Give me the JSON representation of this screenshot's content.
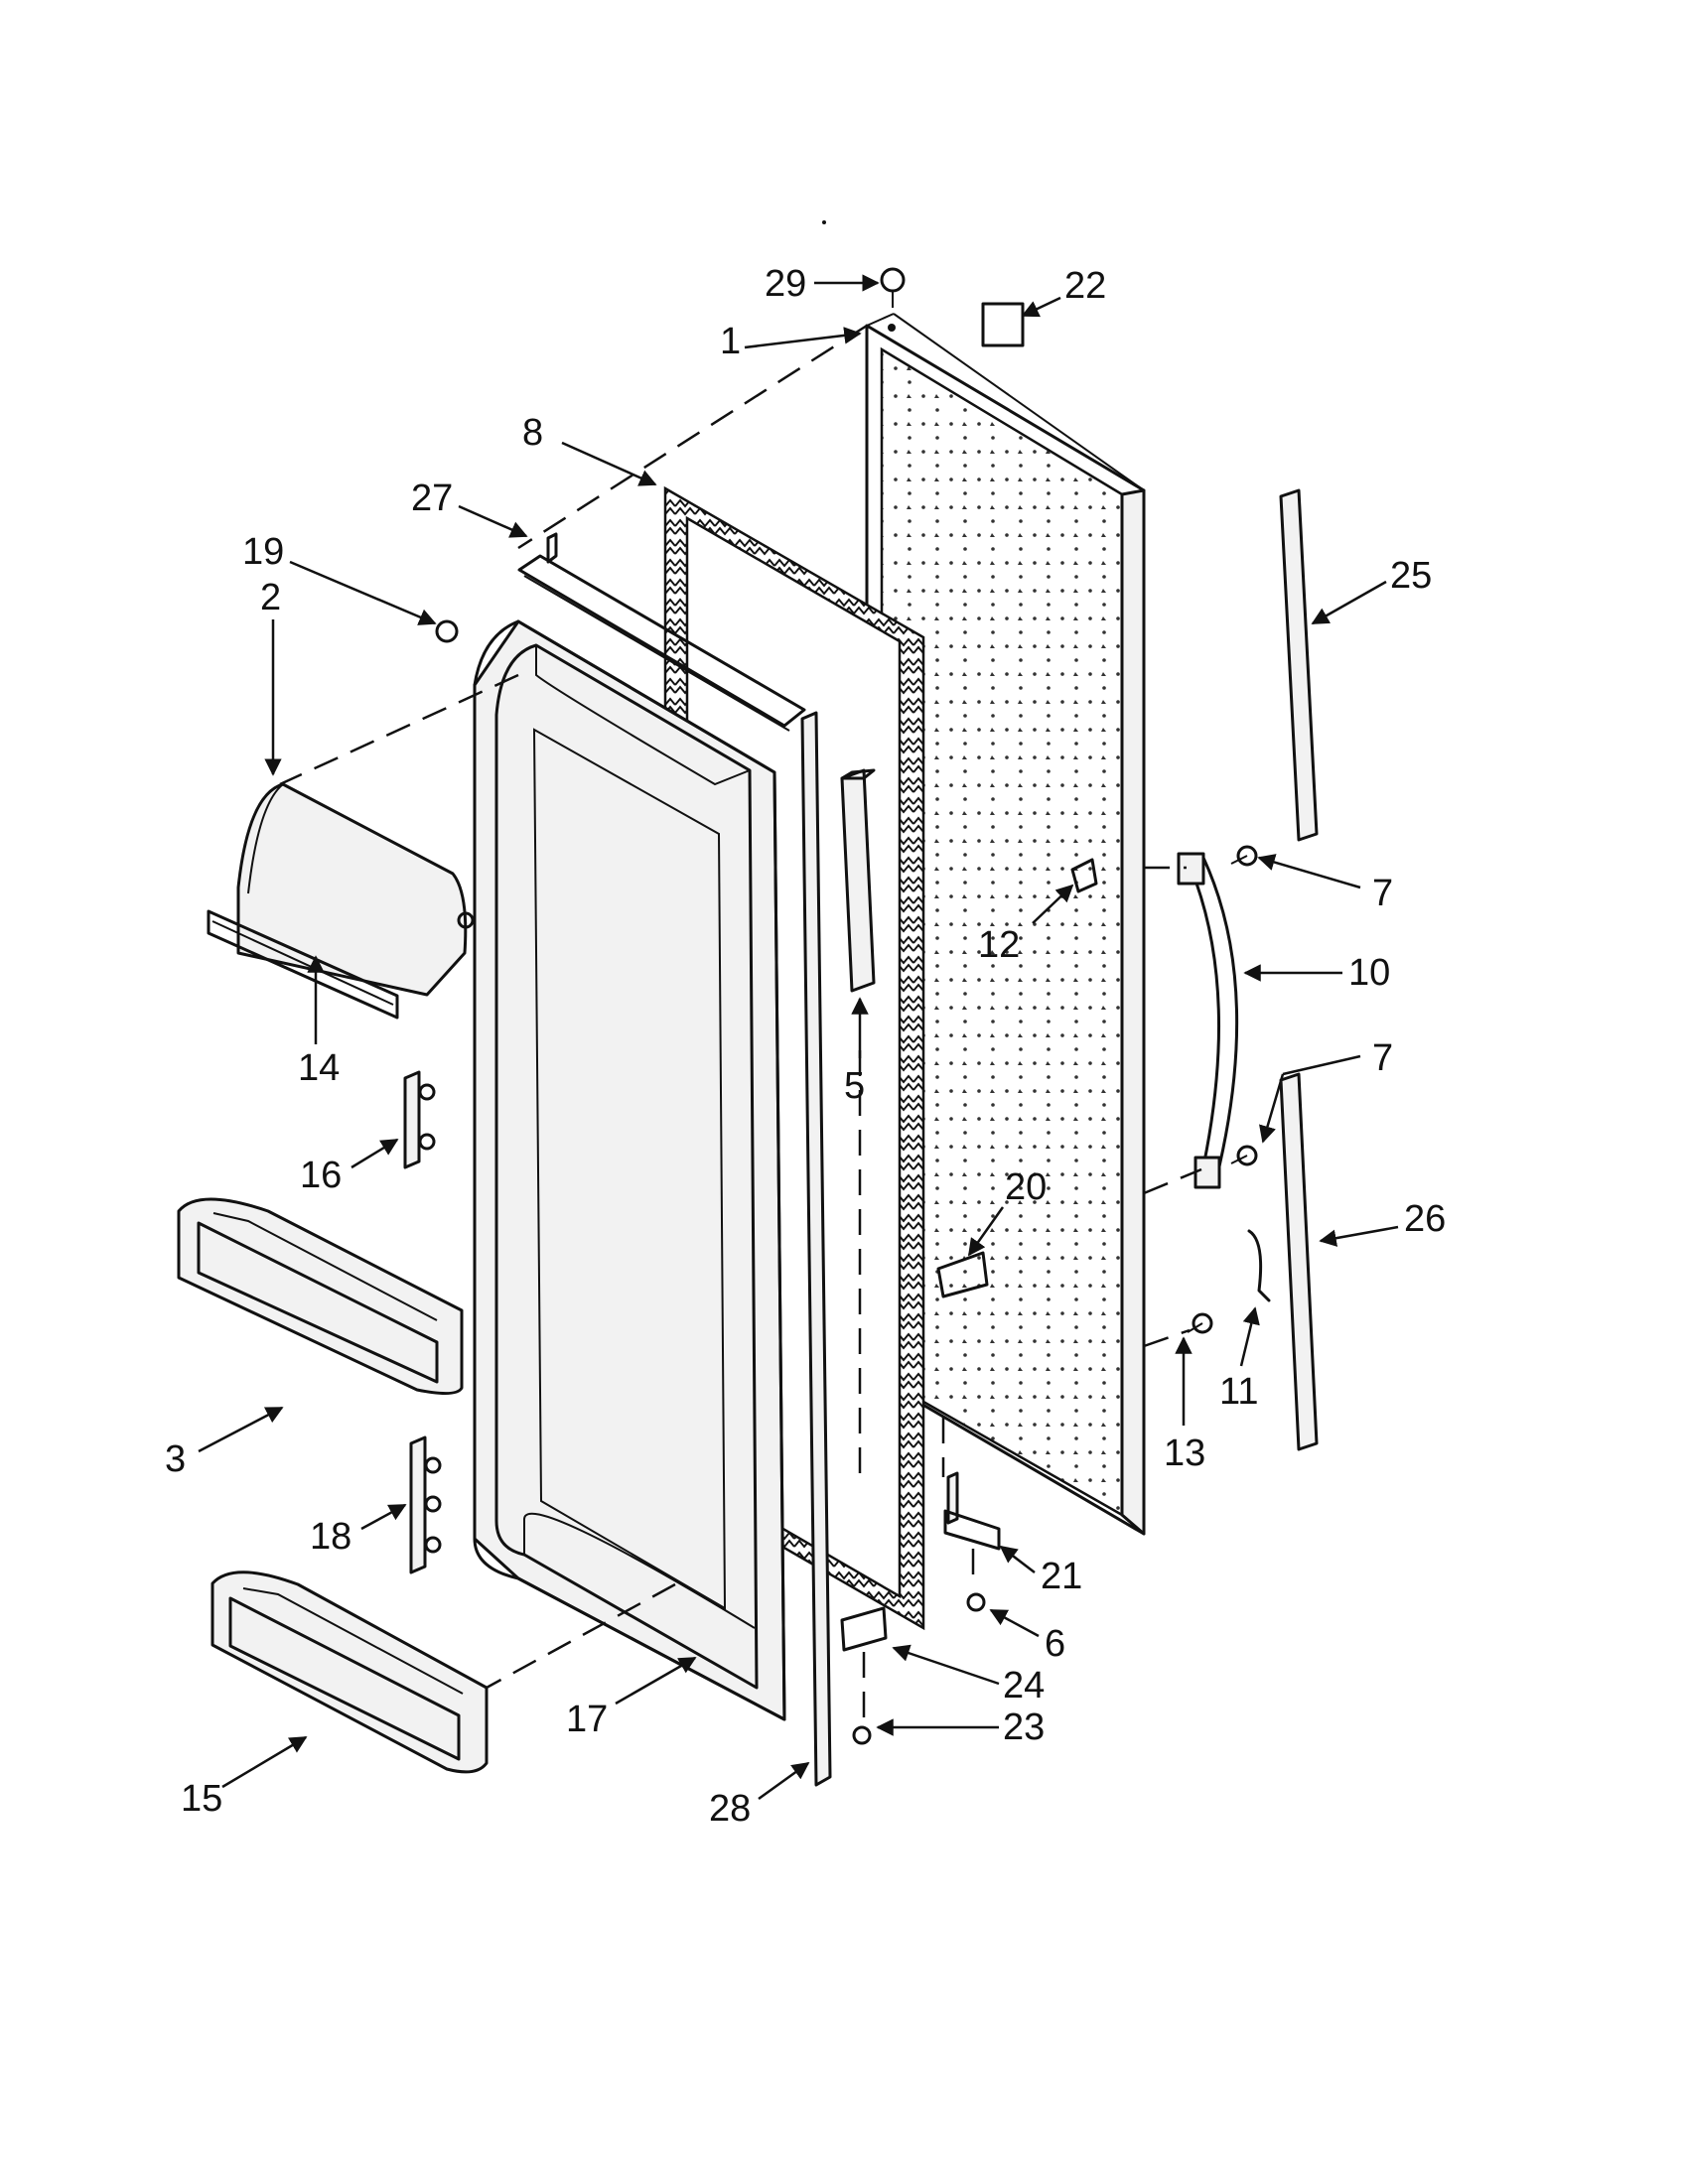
{
  "diagram": {
    "type": "exploded-parts-view",
    "callouts": [
      "29",
      "22",
      "1",
      "8",
      "27",
      "19",
      "2",
      "25",
      "7",
      "12",
      "10",
      "14",
      "7",
      "16",
      "5",
      "20",
      "26",
      "11",
      "13",
      "3",
      "18",
      "21",
      "6",
      "17",
      "24",
      "23",
      "15",
      "28"
    ],
    "colors": {
      "line": "#111111",
      "background": "#ffffff",
      "panel_fill": "#f2f2f2"
    }
  }
}
